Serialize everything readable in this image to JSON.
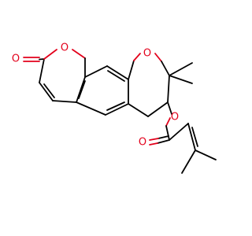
{
  "molecule": {
    "colors": {
      "carbon_bond": "#000000",
      "oxygen": "#e3001b",
      "background": "#ffffff"
    },
    "atom_labels": {
      "carbonyl_oxygen": "O",
      "lactone_ring_oxygen": "O",
      "pyran_ring_oxygen": "O",
      "ester_oxygen": "O",
      "ester_carbonyl_oxygen": "O"
    }
  }
}
